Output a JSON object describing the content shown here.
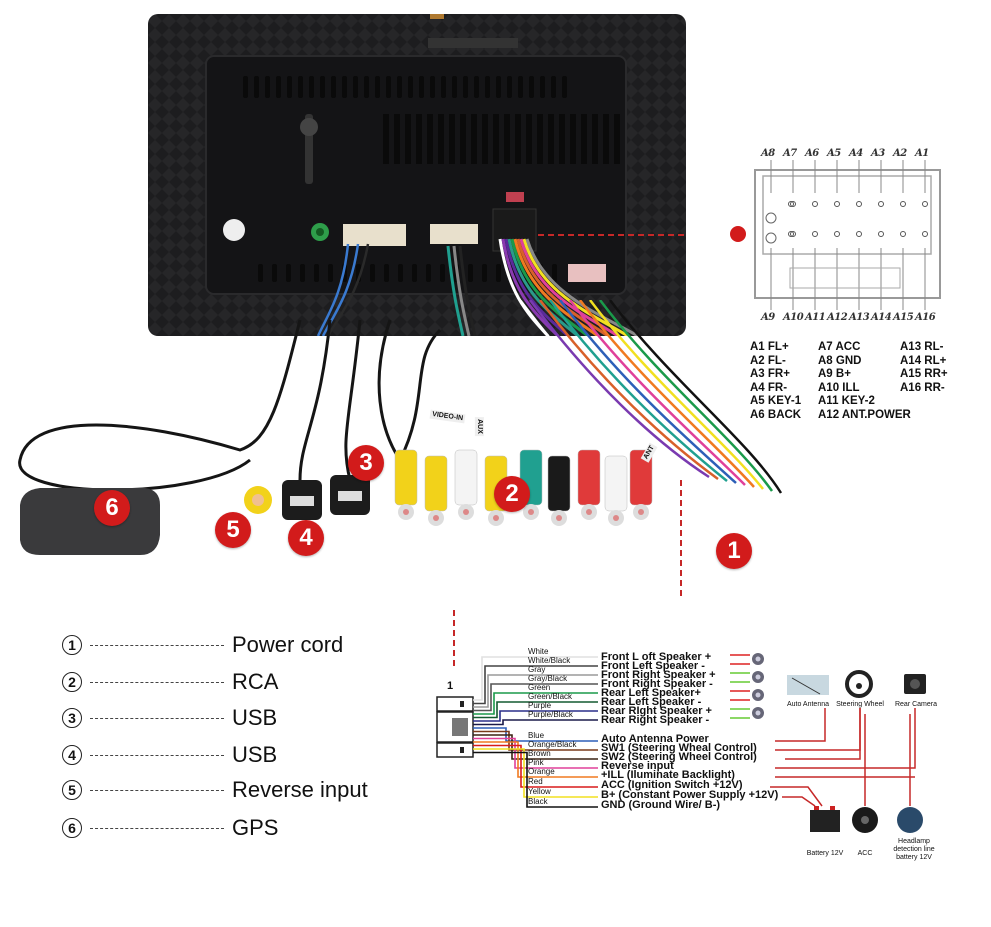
{
  "connector_diagram": {
    "top_pins": [
      "A8",
      "A7",
      "A6",
      "A5",
      "A4",
      "A3",
      "A2",
      "A1"
    ],
    "bottom_pins": [
      "A9",
      "A10",
      "A11",
      "A12",
      "A13",
      "A14",
      "A15",
      "A16"
    ]
  },
  "pin_legend": {
    "columns": [
      [
        "A1 FL+",
        "A2 FL-",
        "A3 FR+",
        "A4 FR-",
        "A5 KEY-1",
        "A6 BACK"
      ],
      [
        "A7 ACC",
        "A8 GND",
        "A9 B+",
        "A10 ILL",
        "A11 KEY-2",
        "A12 ANT.POWER"
      ],
      [
        "A13 RL-",
        "A14 RL+",
        "A15 RR+",
        "A16 RR-"
      ]
    ]
  },
  "photo": {
    "badges": [
      "1",
      "2",
      "3",
      "4",
      "5",
      "6"
    ],
    "tags": [
      "VIDEO-IN",
      "AUX",
      "ANT"
    ]
  },
  "numbered_legend": [
    {
      "num": "1",
      "label": "Power cord"
    },
    {
      "num": "2",
      "label": "RCA"
    },
    {
      "num": "3",
      "label": "USB"
    },
    {
      "num": "4",
      "label": "USB"
    },
    {
      "num": "5",
      "label": "Reverse input"
    },
    {
      "num": "6",
      "label": "GPS"
    }
  ],
  "wiring": {
    "connector_marker": "1",
    "wires": [
      {
        "color_name": "White",
        "hex": "#e0e0e0",
        "function": "Front L oft Speaker +",
        "speaker_color": "#d22"
      },
      {
        "color_name": "White/Black",
        "hex": "#444444",
        "function": "Front Left Speaker -",
        "speaker_color": "#d22"
      },
      {
        "color_name": "Gray",
        "hex": "#9a9a9a",
        "function": "Front Right Speaker +",
        "speaker_color": "#6c3"
      },
      {
        "color_name": "Gray/Black",
        "hex": "#555555",
        "function": "Front Right Speaker -",
        "speaker_color": "#6c3"
      },
      {
        "color_name": "Green",
        "hex": "#1a9a4a",
        "function": "Rear Left Speaker+",
        "speaker_color": "#d22"
      },
      {
        "color_name": "Green/Black",
        "hex": "#145a30",
        "function": "Rear Left Speaker -",
        "speaker_color": "#d22"
      },
      {
        "color_name": "Purple",
        "hex": "#2a2f8a",
        "function": "Rear RIght Speaker +",
        "speaker_color": "#6c3"
      },
      {
        "color_name": "Purple/Black",
        "hex": "#1a1a4a",
        "function": "Rear Right Speaker -",
        "speaker_color": "#6c3"
      },
      {
        "color_name": "Blue",
        "hex": "#2d5fb8",
        "function": "Auto Antenna Power"
      },
      {
        "color_name": "Orange/Black",
        "hex": "#7a3a1a",
        "function": "SW1 (Steering Wheal Control)"
      },
      {
        "color_name": "Brown",
        "hex": "#3a2212",
        "function": "SW2 (Steering Wheel Control)"
      },
      {
        "color_name": "Pink",
        "hex": "#e0409a",
        "function": "Reverse input"
      },
      {
        "color_name": "Orange",
        "hex": "#f07a20",
        "function": "+ILL (Iluminate Backlight)"
      },
      {
        "color_name": "Red",
        "hex": "#d81c1c",
        "function": "ACC (Ignition Switch +12V)"
      },
      {
        "color_name": "Yellow",
        "hex": "#f2e020",
        "function": "B+ (Constant Power Supply +12V)"
      },
      {
        "color_name": "Black",
        "hex": "#111111",
        "function": "GND (Ground Wire/ B-)"
      }
    ],
    "devices_top": [
      "Auto Antenna",
      "Steering Wheel",
      "Rear Camera"
    ],
    "devices_bottom": [
      "Battery 12V",
      "ACC",
      "Headlamp detection line battery 12V"
    ]
  },
  "colors": {
    "accent_red": "#d21b1b",
    "dashed_line": "#c62828"
  }
}
